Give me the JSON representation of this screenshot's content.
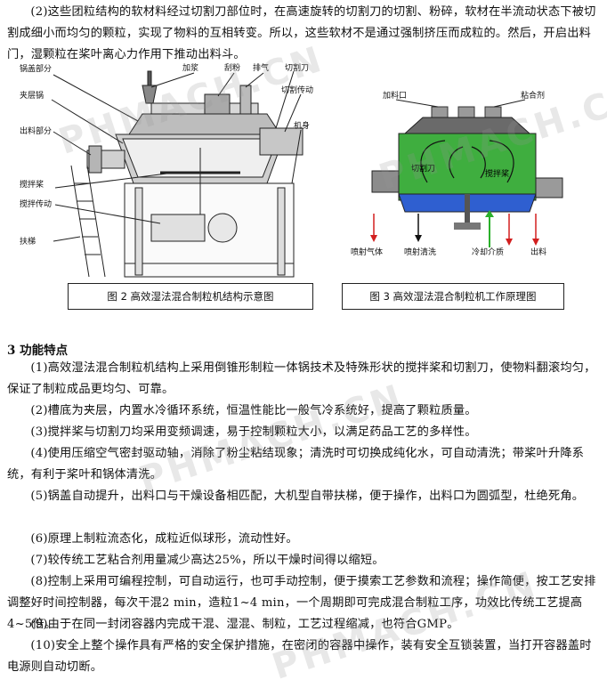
{
  "intro": "(2)这些团粒结构的软材料经过切割刀部位时，在高速旋转的切割刀的切割、粉碎，软材在半流动状态下被切割成细小而均匀的颗粒，实现了物料的互相转变。所以，这些软材不是通过强制挤压而成粒的。然后，开启出料门，湿颗粒在桨叶离心力作用下推动出料斗。",
  "figure2": {
    "caption": "图 2   高效湿法混合制粒机结构示意图",
    "labels": {
      "lid": "锅盖部分",
      "add_slurry": "加浆",
      "scraper": "刮粉",
      "exhaust": "排气",
      "cutter": "切割刀",
      "jacket": "夹层锅",
      "cutter_drive": "切割传动",
      "discharge": "出料部分",
      "frame": "机身",
      "paddle": "搅拌桨",
      "paddle_drive": "搅拌传动",
      "ladder": "扶梯"
    }
  },
  "figure3": {
    "caption": "图 3   高效湿法混合制粒机工作原理图",
    "labels": {
      "inlet": "加料口",
      "binder": "粘合剂",
      "cutter": "切割刀",
      "paddle": "搅拌桨",
      "spray_gas": "喷射气体",
      "spray_clean": "喷射清洗",
      "coolant": "冷却介质",
      "discharge": "出料"
    }
  },
  "section_title": "3   功能特点",
  "features": [
    "(1)高效湿法混合制粒机结构上采用倒锥形制粒一体锅技术及特殊形状的搅拌桨和切割刀，使物料翻滚均匀，保证了制粒成品更均匀、可靠。",
    "(2)槽底为夹层，内置水冷循环系统，恒温性能比一般气冷系统好，提高了颗粒质量。",
    "(3)搅拌桨与切割刀均采用变频调速，易于控制颗粒大小，以满足药品工艺的多样性。",
    "(4)使用压缩空气密封驱动轴，消除了粉尘粘结现象；清洗时可切换成纯化水，可自动清洗；带桨叶升降系统，有利于桨叶和锅体清洗。",
    "(5)锅盖自动提升，出料口与干燥设备相匹配，大机型自带扶梯，便于操作，出料口为圆弧型，杜绝死角。",
    "(6)原理上制粒流态化，成粒近似球形，流动性好。",
    "(7)较传统工艺粘合剂用量减少高达25%，所以干燥时间得以缩短。",
    "(8)控制上采用可编程控制，可自动运行，也可手动控制，便于摸索工艺参数和流程；操作简便，按工艺安排调整好时间控制器，每次干混2 min，造粒1~4 min，一个周期即可完成混合制粒工序，功效比传统工艺提高4~5倍。",
    "(9)由于在同一封闭容器内完成干混、湿混、制粒，工艺过程缩减，也符合GMP。",
    "(10)安全上整个操作具有严格的安全保护措施，在密闭的容器中操作，装有安全互锁装置，当打开容器盖时电源则自动切断。"
  ],
  "watermark": "PHMACH.CN",
  "colors": {
    "mixer_fill": "#3fae3f",
    "jacket_fill": "#2f5fd0",
    "coolant_arrow": "#2bb02b",
    "spray_arrow": "#d21f1f"
  }
}
